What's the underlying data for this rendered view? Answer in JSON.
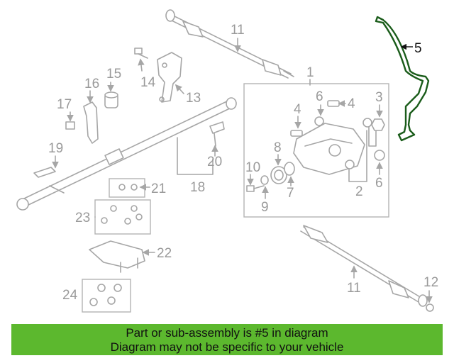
{
  "banner": {
    "line1": "Part or sub-assembly is #5 in diagram",
    "line2": "Diagram may not be specific to your vehicle"
  },
  "colors": {
    "highlight": "#1a5c1a",
    "parts_gray": "#a6a6a6",
    "banner": "#5cb82e"
  },
  "callouts": {
    "c1": "1",
    "c2": "2",
    "c3": "3",
    "c4a": "4",
    "c4b": "4",
    "c5": "5",
    "c6a": "6",
    "c6b": "6",
    "c7": "7",
    "c8": "8",
    "c9": "9",
    "c10": "10",
    "c11a": "11",
    "c11b": "11",
    "c12": "12",
    "c13": "13",
    "c14": "14",
    "c15": "15",
    "c16": "16",
    "c17": "17",
    "c18": "18",
    "c19": "19",
    "c20": "20",
    "c21": "21",
    "c22": "22",
    "c23": "23",
    "c24": "24"
  }
}
